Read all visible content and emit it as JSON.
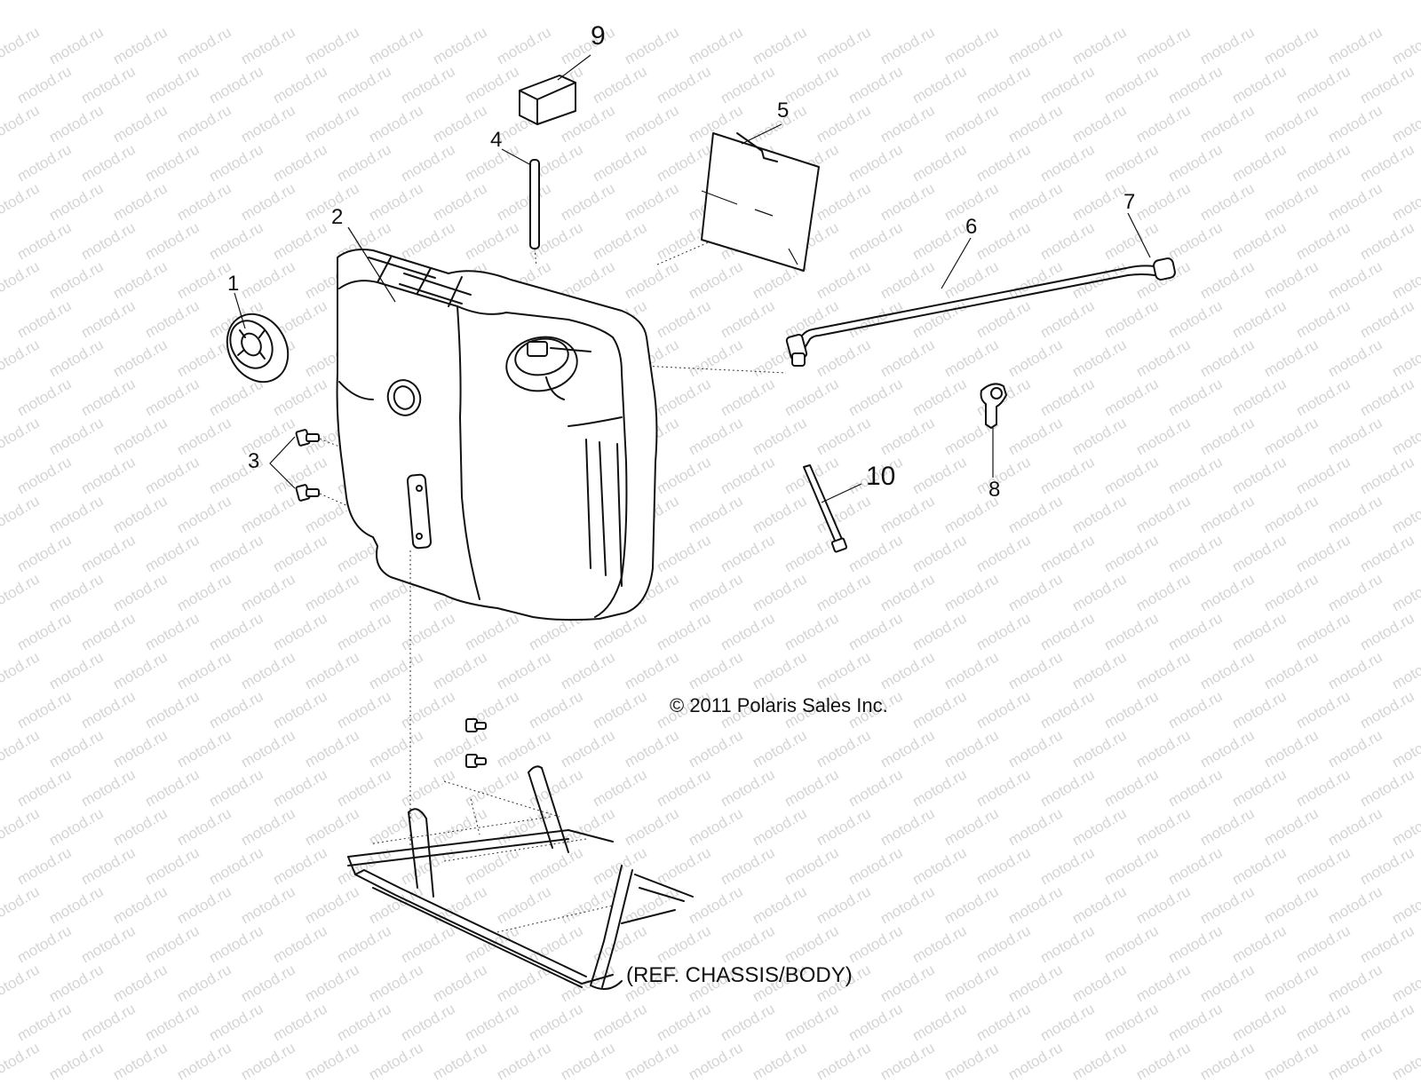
{
  "watermark": {
    "text": "motod.ru"
  },
  "callouts": [
    {
      "id": "1",
      "label": "1"
    },
    {
      "id": "2",
      "label": "2"
    },
    {
      "id": "3",
      "label": "3"
    },
    {
      "id": "4",
      "label": "4"
    },
    {
      "id": "5",
      "label": "5"
    },
    {
      "id": "6",
      "label": "6"
    },
    {
      "id": "7",
      "label": "7"
    },
    {
      "id": "8",
      "label": "8"
    },
    {
      "id": "9",
      "label": "9"
    },
    {
      "id": "10",
      "label": "10"
    }
  ],
  "copyright": "© 2011 Polaris Sales Inc.",
  "reference": "(REF. CHASSIS/BODY)"
}
